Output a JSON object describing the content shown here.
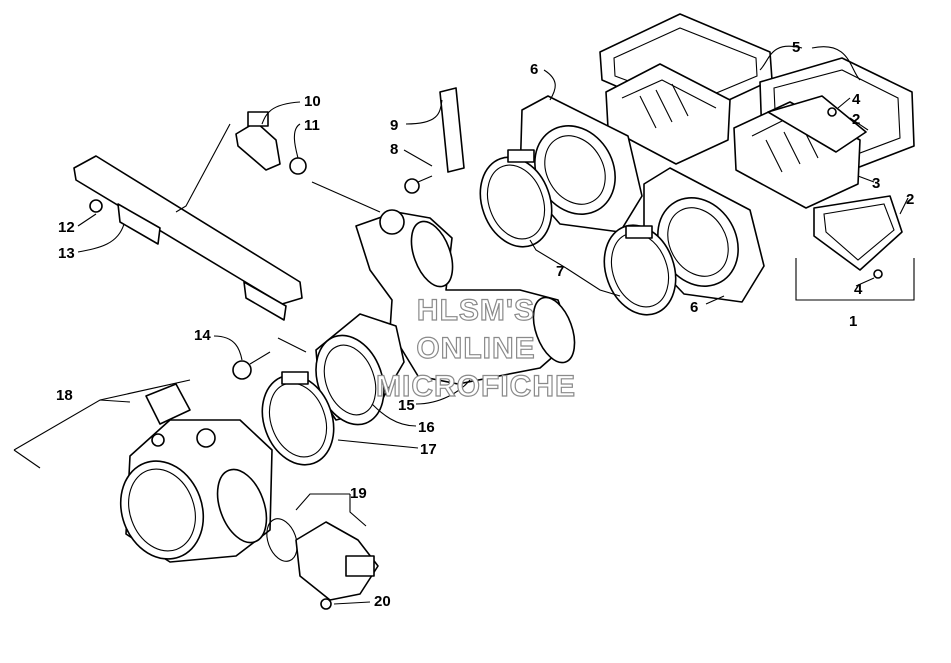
{
  "callouts": [
    "1",
    "2",
    "3",
    "4",
    "5",
    "6",
    "7",
    "8",
    "9",
    "10",
    "11",
    "12",
    "13",
    "14",
    "15",
    "16",
    "17",
    "18",
    "19",
    "20"
  ],
  "callout_dup": {
    "two_b": "2",
    "four_b": "4",
    "six_b": "6"
  },
  "watermark": {
    "line1": "HLSM'S",
    "line2": "ONLINE",
    "line3": "MICROFICHE"
  }
}
